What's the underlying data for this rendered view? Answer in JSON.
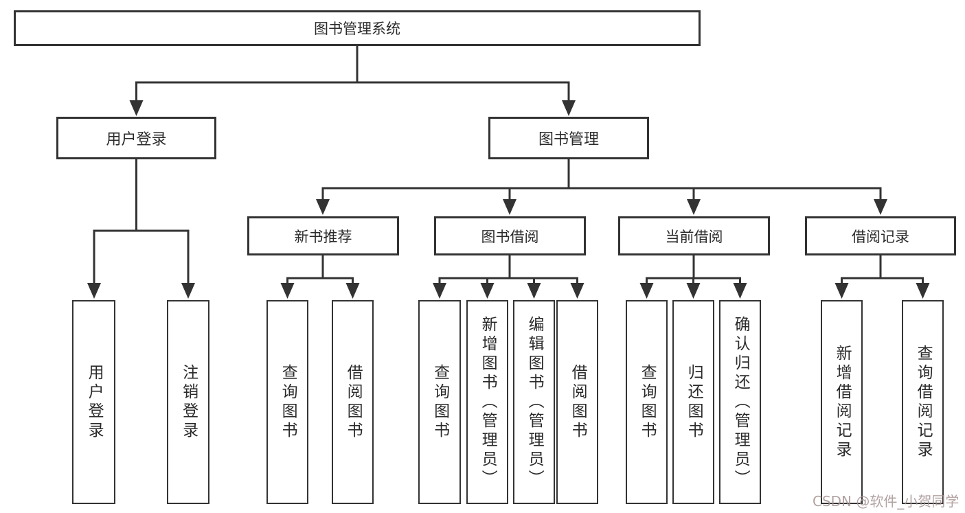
{
  "diagram": {
    "title": "图书管理系统",
    "level2": {
      "user_login": "用户登录",
      "book_mgmt": "图书管理"
    },
    "level3": {
      "new_books": "新书推荐",
      "book_borrow": "图书借阅",
      "current_borrow": "当前借阅",
      "borrow_records": "借阅记录"
    },
    "leaves": {
      "user_login": [
        "用户登录",
        "注销登录"
      ],
      "new_books": [
        "查询图书",
        "借阅图书"
      ],
      "book_borrow": [
        "查询图书",
        "新增图书（管理员）",
        "编辑图书（管理员）",
        "借阅图书"
      ],
      "current_borrow": [
        "查询图书",
        "归还图书",
        "确认归还（管理员）"
      ],
      "borrow_records": [
        "新增借阅记录",
        "查询借阅记录"
      ]
    },
    "colors": {
      "line": "#333333",
      "border": "#333333",
      "text": "#2b2b2b",
      "background": "#ffffff",
      "watermark": "#a49292"
    }
  },
  "watermark": {
    "text": "CSDN @软件_小贺同学"
  }
}
